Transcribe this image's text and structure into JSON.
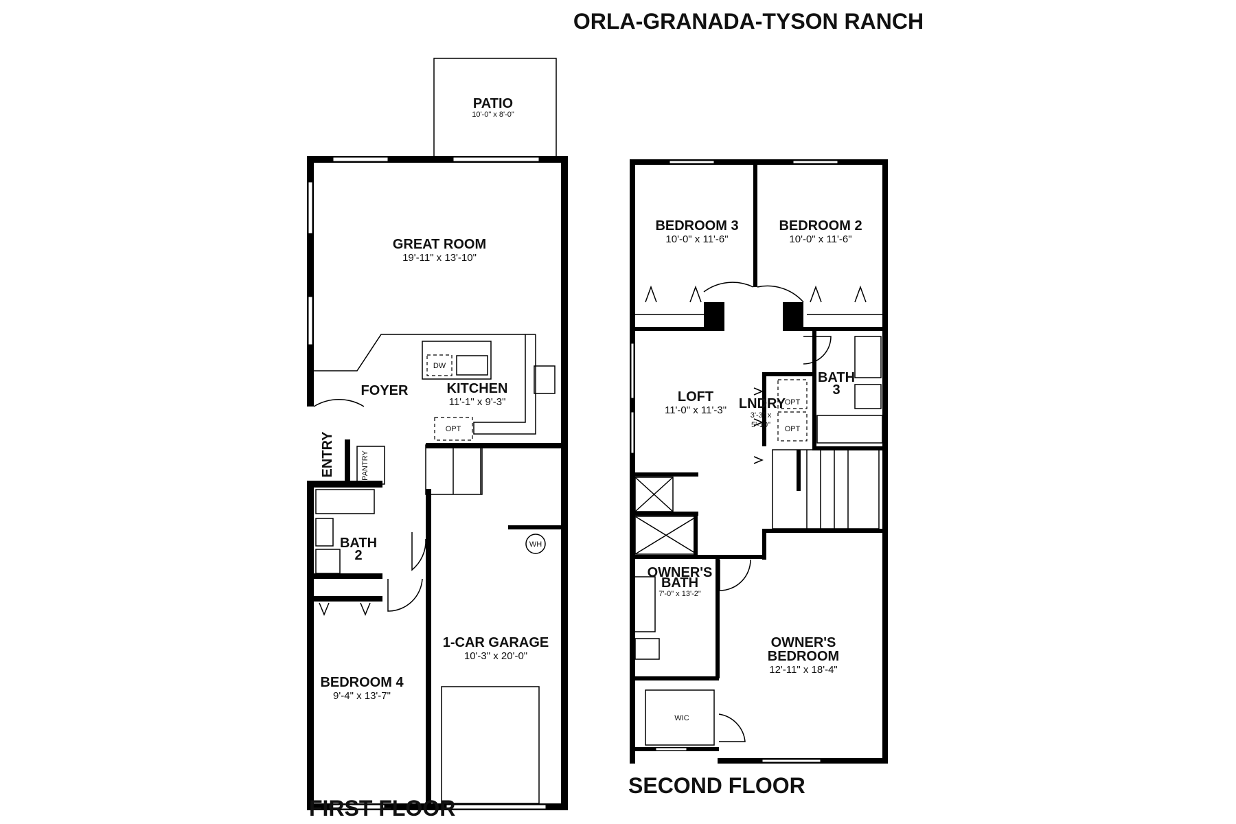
{
  "title": "ORLA-GRANADA-TYSON RANCH",
  "floors": [
    {
      "label": "FIRST FLOOR"
    },
    {
      "label": "SECOND FLOOR"
    }
  ],
  "rooms": {
    "patio": {
      "name": "PATIO",
      "dim": "10'-0\" x 8'-0\""
    },
    "great_room": {
      "name": "GREAT ROOM",
      "dim": "19'-11\" x 13'-10\""
    },
    "foyer": {
      "name": "FOYER"
    },
    "kitchen": {
      "name": "KITCHEN",
      "dim": "11'-1\" x 9'-3\""
    },
    "entry": {
      "name": "ENTRY"
    },
    "pantry": {
      "name": "PANTRY"
    },
    "bath2": {
      "name1": "BATH",
      "name2": "2"
    },
    "garage": {
      "name": "1-CAR GARAGE",
      "dim": "10'-3\" x 20'-0\""
    },
    "bedroom4": {
      "name": "BEDROOM 4",
      "dim": "9'-4\" x 13'-7\""
    },
    "bedroom3": {
      "name": "BEDROOM 3",
      "dim": "10'-0\" x 11'-6\""
    },
    "bedroom2": {
      "name": "BEDROOM 2",
      "dim": "10'-0\" x 11'-6\""
    },
    "loft": {
      "name": "LOFT",
      "dim": "11'-0\" x 11'-3\""
    },
    "laundry": {
      "name": "LNDRY",
      "dim1": "3'-3\" x",
      "dim2": "5'-10\""
    },
    "bath3": {
      "name1": "BATH",
      "name2": "3"
    },
    "owners_bath": {
      "name1": "OWNER'S",
      "name2": "BATH",
      "dim": "7'-0\" x 13'-2\""
    },
    "owners_bedroom": {
      "name1": "OWNER'S",
      "name2": "BEDROOM",
      "dim": "12'-11\" x 18'-4\""
    },
    "wic": {
      "name": "WIC"
    }
  },
  "fixtures": {
    "dw": "DW",
    "opt": "OPT",
    "wh": "WH"
  }
}
